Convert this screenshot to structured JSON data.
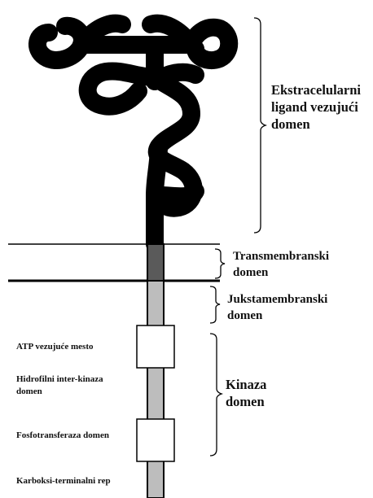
{
  "labels": {
    "ecd": [
      "Ekstracelularni",
      "ligand vezujući",
      "domen"
    ],
    "tm": [
      "Transmembranski",
      "domen"
    ],
    "jm": [
      "Jukstamembranski",
      "domen"
    ],
    "kinase": [
      "Kinaza",
      "domen"
    ],
    "atp": "ATP vezujuće mesto",
    "hydrophilic": [
      "Hidrofilni inter-kinaza",
      "domen"
    ],
    "phospho": "Fosfotransferaza domen",
    "tail": "Karboksi-terminalni rep"
  },
  "colors": {
    "ecd": "#000000",
    "tm": "#5a5a5a",
    "cyto": "#bdbdbd",
    "box": "#ffffff",
    "line": "#000000"
  }
}
